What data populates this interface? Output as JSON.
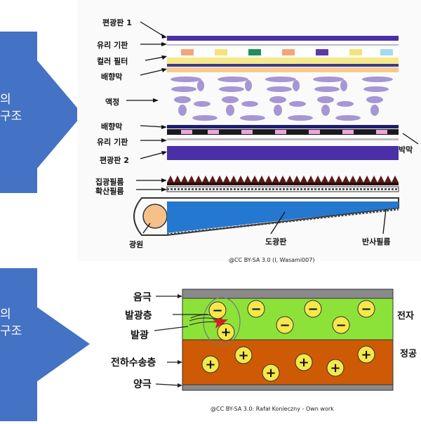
{
  "slide_top": {
    "text_line1": "의",
    "text_line2": "구조"
  },
  "slide_bottom": {
    "text_line1": "의",
    "text_line2": "구조"
  },
  "lcd": {
    "labels": {
      "polarizer1": "편광판 1",
      "glass1": "유리 기판",
      "color_filter": "컬러 필터",
      "alignment1": "배향막",
      "liquid_crystal": "액정",
      "alignment2": "배향막",
      "glass2": "유리 기판",
      "polarizer2": "편광판 2",
      "prism_film": "집광필름",
      "diffuser_film": "확산필름",
      "light_source": "광원",
      "light_guide": "도광판",
      "reflector_film": "반사필름",
      "right_cut": "박막"
    },
    "credit": "@CC BY-SA 3.0 (I, Wasami007)"
  },
  "oled": {
    "labels": {
      "cathode": "음극",
      "emissive_layer": "발광층",
      "emission": "발광",
      "hole_transport": "전하수송층",
      "anode": "양극",
      "electron": "전자",
      "hole": "정공"
    },
    "signs": {
      "minus": "−",
      "plus": "+"
    },
    "credit": "@CC BY-SA 3.0: Rafał Konieczny - Own work"
  },
  "colors": {
    "slide_blue": "#4472c4",
    "polarizer": "#4b2fa6",
    "lc_purple": "#a696d4",
    "emissive_green": "#8de23a",
    "transport_orange": "#cf5a06",
    "electrode_gray": "#8a8a8a",
    "charge_yellow": "#f4e84a",
    "light_guide_blue": "#2478d0"
  }
}
